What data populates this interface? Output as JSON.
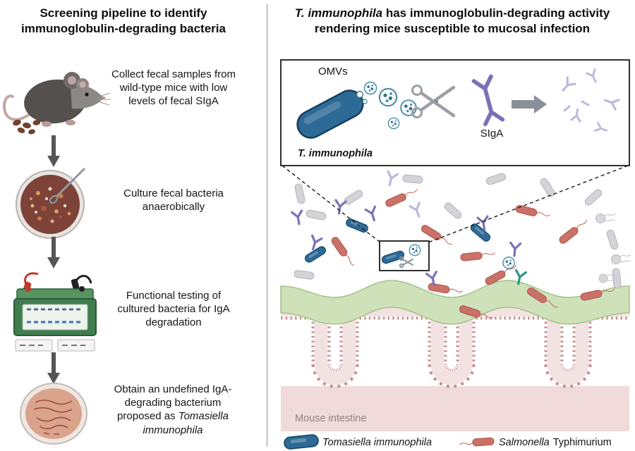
{
  "left_panel": {
    "title": "Screening pipeline to identify immunoglobulin-degrading bacteria",
    "steps": [
      {
        "icon": "mouse-icon",
        "caption": "Collect fecal samples from wild-type mice with low levels of fecal SIgA"
      },
      {
        "icon": "petri-dish-culture-icon",
        "caption": "Culture fecal bacteria anaerobically"
      },
      {
        "icon": "gel-electrophoresis-icon",
        "caption": "Functional testing of cultured bacteria for IgA degradation"
      },
      {
        "icon": "petri-dish-streak-icon",
        "caption_regular": "Obtain an undefined IgA-degrading bacterium proposed as ",
        "caption_italic": "Tomasiella immunophila"
      }
    ]
  },
  "right_panel": {
    "title": {
      "italic": "T. immunophila",
      "regular": " has immunoglobulin-degrading activity rendering mice susceptible to mucosal infection"
    },
    "inset": {
      "omv_label": "OMVs",
      "bacterium_label": "T. immunophila",
      "antibody_label": "SIgA"
    },
    "scene": {
      "intestine_label": "Mouse intestine"
    },
    "legend": [
      {
        "icon": "tomasiella-rod-icon",
        "italic": "Tomasiella immunophila",
        "regular": ""
      },
      {
        "icon": "salmonella-rod-icon",
        "italic": "Salmonella",
        "regular": "Typhimurium"
      }
    ]
  },
  "colors": {
    "tomasiella_blue": "#2d6a96",
    "salmonella_red": "#cb7268",
    "other_bacteria_gray": "#d3d3d8",
    "antibody_purple": "#7a72b8",
    "degraded_antibody_purple": "#bdb7de",
    "teal_antibody": "#2f9484",
    "intestine_green": "#cfe1b9",
    "mucosa_pink": "#f0dada",
    "crypt_dot_pink": "#c59191"
  }
}
